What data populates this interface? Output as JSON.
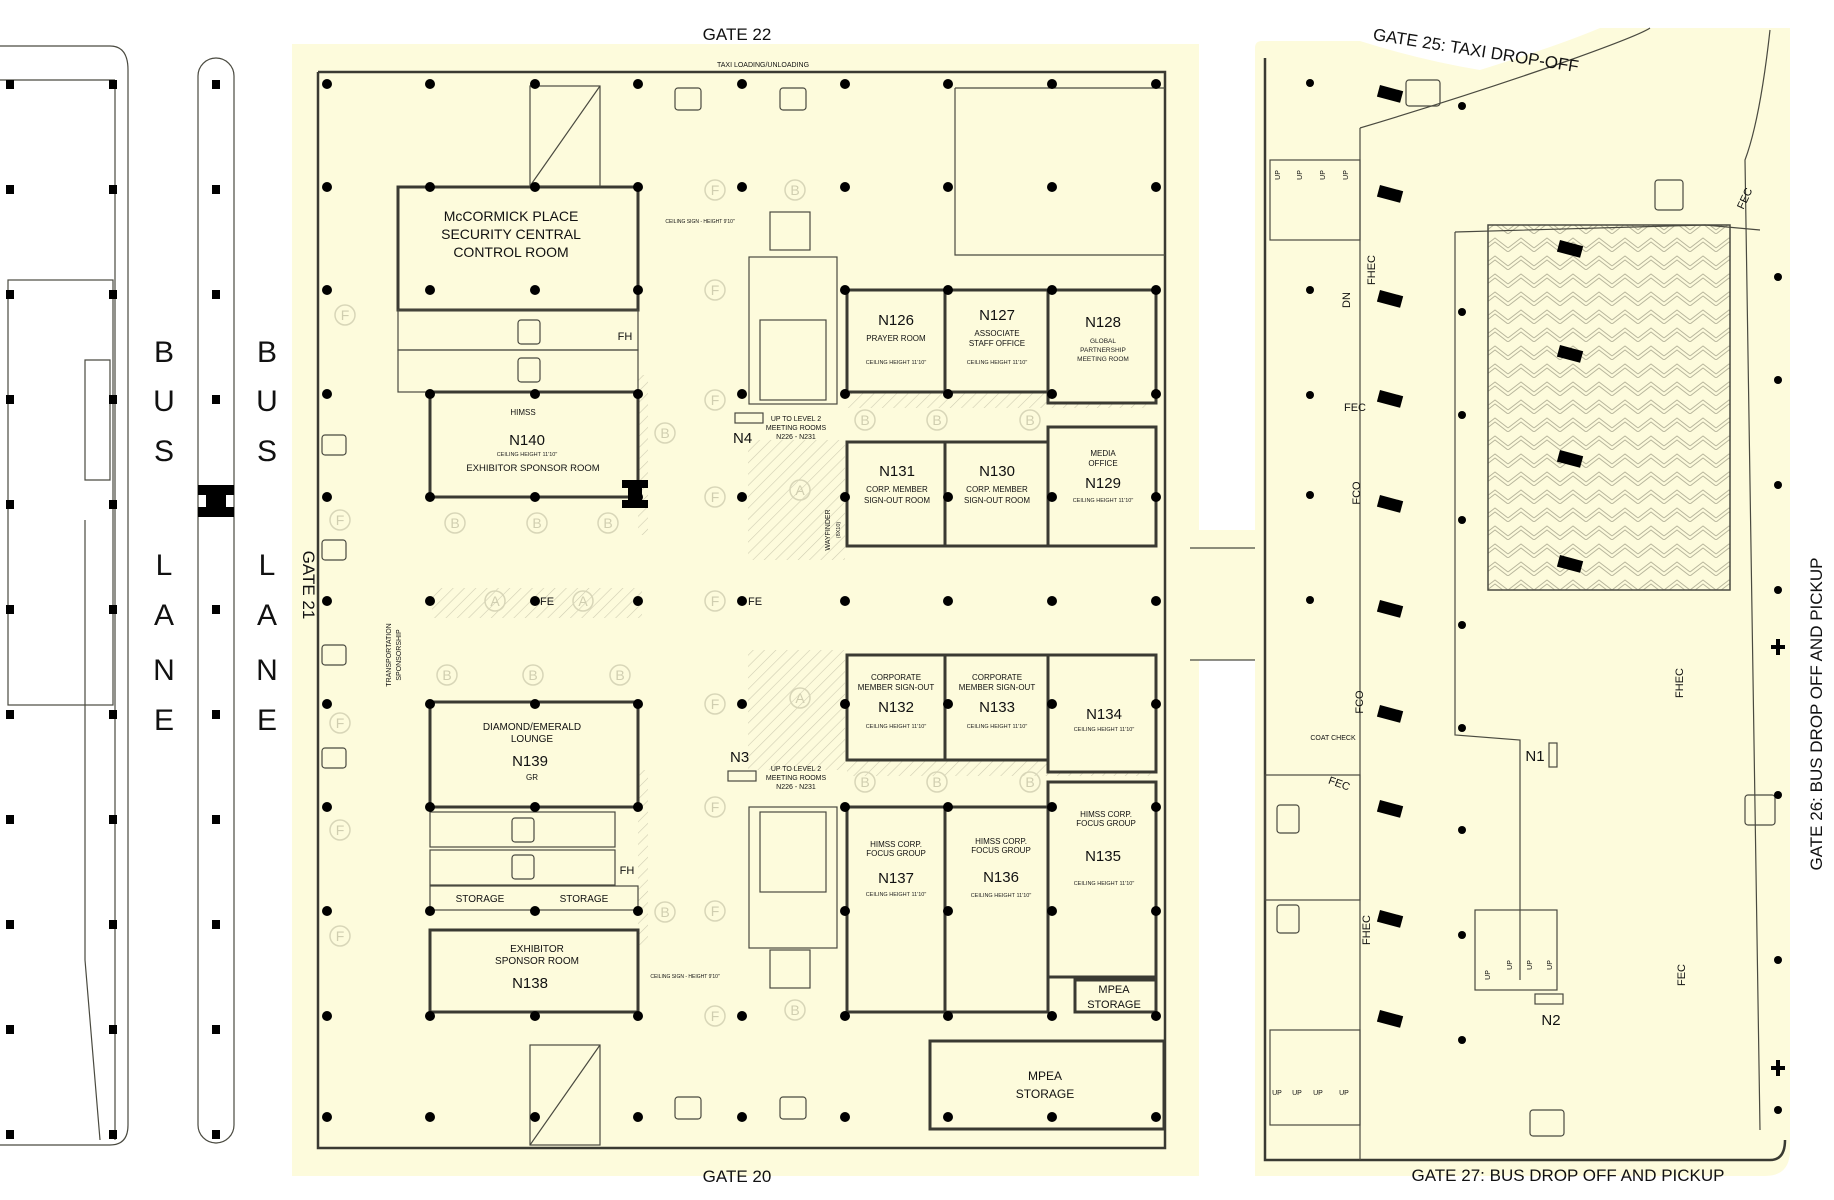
{
  "gates": {
    "north": "GATE 22",
    "south": "GATE 20",
    "west": "GATE 21",
    "taxi": "GATE 25: TAXI DROP-OFF",
    "east": "GATE 26: BUS DROP OFF AND PICKUP",
    "southeast": "GATE 27: BUS DROP OFF AND PICKUP"
  },
  "bus_lane_letters": [
    "B",
    "U",
    "S",
    "L",
    "A",
    "N",
    "E"
  ],
  "taxi_loading": "TAXI LOADING/UNLOADING",
  "security_room": [
    "McCORMICK PLACE",
    "SECURITY CENTRAL",
    "CONTROL ROOM"
  ],
  "transportation": [
    "TRANSPORTATION",
    "SPONSORSHIP"
  ],
  "ceiling_sign": "CEILING SIGN - HEIGHT 9'10\"",
  "ceiling_height": "CEILING HEIGHT 11'10\"",
  "rooms": {
    "n140": {
      "number": "N140",
      "name": "EXHIBITOR SPONSOR ROOM",
      "tag": "HIMSS"
    },
    "n126": {
      "number": "N126",
      "name": "PRAYER ROOM"
    },
    "n127": {
      "number": "N127",
      "name": "ASSOCIATE",
      "name2": "STAFF OFFICE"
    },
    "n128": {
      "number": "N128",
      "name": "GLOBAL",
      "name2": "PARTNERSHIP",
      "name3": "MEETING ROOM"
    },
    "n131": {
      "number": "N131",
      "name": "CORP. MEMBER",
      "name2": "SIGN-OUT ROOM"
    },
    "n130": {
      "number": "N130",
      "name": "CORP. MEMBER",
      "name2": "SIGN-OUT ROOM"
    },
    "n129": {
      "number": "N129",
      "name": "MEDIA",
      "name2": "OFFICE"
    },
    "n132": {
      "number": "N132",
      "name": "CORPORATE",
      "name2": "MEMBER SIGN-OUT"
    },
    "n133": {
      "number": "N133",
      "name": "CORPORATE",
      "name2": "MEMBER SIGN-OUT"
    },
    "n134": {
      "number": "N134"
    },
    "n135": {
      "number": "N135",
      "name": "HIMSS CORP.",
      "name2": "FOCUS GROUP"
    },
    "n136": {
      "number": "N136",
      "name": "HIMSS CORP.",
      "name2": "FOCUS GROUP"
    },
    "n137": {
      "number": "N137",
      "name": "HIMSS CORP.",
      "name2": "FOCUS GROUP"
    },
    "n139": {
      "number": "N139",
      "name": "DIAMOND/EMERALD",
      "name2": "LOUNGE",
      "tag": "GR"
    },
    "n138": {
      "number": "N138",
      "name": "EXHIBITOR",
      "name2": "SPONSOR ROOM"
    }
  },
  "storage": [
    "STORAGE",
    "STORAGE"
  ],
  "mpea_storage": [
    "MPEA",
    "STORAGE"
  ],
  "fh": "FH",
  "fe": "FE",
  "markers": {
    "n4": "N4",
    "n3": "N3",
    "n1": "N1",
    "n2": "N2"
  },
  "level2": [
    "UP TO LEVEL 2",
    "MEETING ROOMS",
    "N226 - N231"
  ],
  "wayfinder": "WAYFINDER",
  "wayfinder_size": "(8X10)",
  "east_labels": {
    "fhec": "FHEC",
    "fec": "FEC",
    "fco": "FCO",
    "coat_check": "COAT CHECK",
    "up": "UP",
    "dn": "DN"
  },
  "ghost_letters": {
    "a": "A",
    "b": "B",
    "f": "F"
  },
  "colors": {
    "floor": "#fdfbdc",
    "wall": "#3a3a32"
  }
}
